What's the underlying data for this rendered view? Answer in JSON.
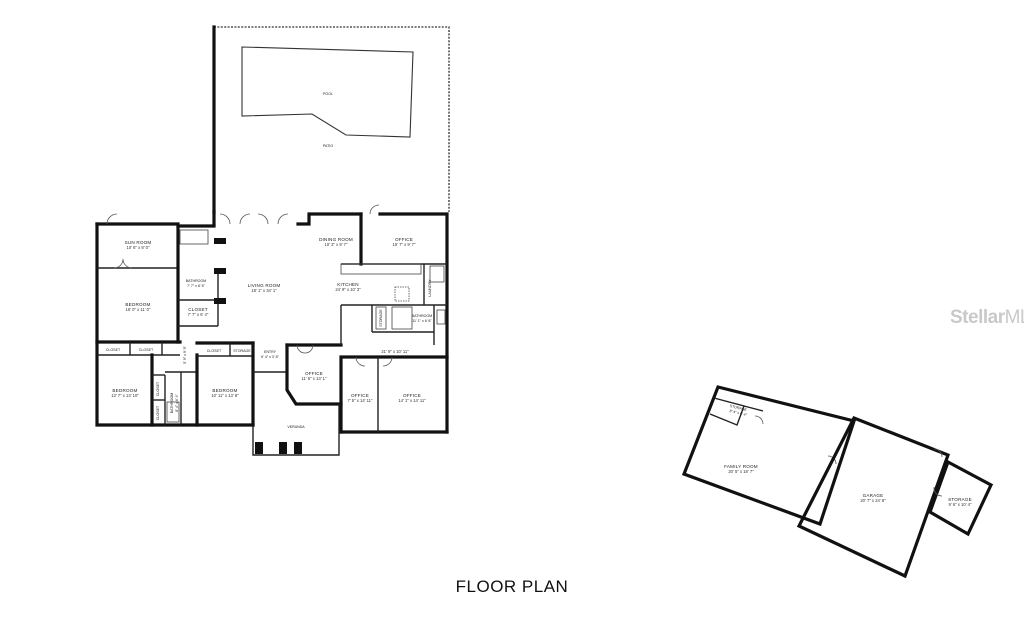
{
  "caption": "FLOOR PLAN",
  "watermark": {
    "brand": "Stellar",
    "suffix": "MLS"
  },
  "main_house": {
    "pool": {
      "name": "POOL"
    },
    "patio": {
      "name": "PATIO"
    },
    "sun_room": {
      "name": "SUN ROOM",
      "dim": "10' 6\" x 8' 0\""
    },
    "bedroom_1": {
      "name": "BEDROOM",
      "dim": "16' 0\" x 11' 0\""
    },
    "bathroom_1": {
      "name": "BATHROOM",
      "dim": "7' 7\" x 8' 6\""
    },
    "closet_1": {
      "name": "CLOSET",
      "dim": "7' 7\" x 6' 4\""
    },
    "living_room": {
      "name": "LIVING ROOM",
      "dim": "18' 1\" x 34' 1\""
    },
    "dining_room": {
      "name": "DINING ROOM",
      "dim": "10' 3\" x 9' 7\""
    },
    "office_1": {
      "name": "OFFICE",
      "dim": "15' 7\" x 9' 7\""
    },
    "kitchen": {
      "name": "KITCHEN",
      "dim": "24' 9\" x 10' 3\""
    },
    "laundry": {
      "name": "LAUNDRY"
    },
    "storage_1": {
      "name": "STORAGE"
    },
    "bathroom_2": {
      "name": "BATHROOM",
      "dim": "11' 1\" x 6' 8\""
    },
    "hall": {
      "dim": "21' 9\" x 10' 11\""
    },
    "closet_a": {
      "name": "CLOSET"
    },
    "closet_b": {
      "name": "CLOSET"
    },
    "closet_c": {
      "name": "CLOSET"
    },
    "closet_d": {
      "name": "CLOSET"
    },
    "closet_e": {
      "name": "CLOSET"
    },
    "storage_2": {
      "name": "STORAGE"
    },
    "hall_2": {
      "dim": "5' 9\" x 9' 9\""
    },
    "entry": {
      "name": "ENTRY",
      "dim": "6' 4\" x 3' 8\""
    },
    "office_2": {
      "name": "OFFICE",
      "dim": "11' 6\" x 13' 1\""
    },
    "bedroom_2": {
      "name": "BEDROOM",
      "dim": "13' 7\" x 13' 10\""
    },
    "bathroom_3": {
      "name": "BATHROOM",
      "dim": "8' 4\" x 6' 4\""
    },
    "bedroom_3": {
      "name": "BEDROOM",
      "dim": "10' 11\" x 13' 8\""
    },
    "office_3": {
      "name": "OFFICE",
      "dim": "7' 5\" x 14' 11\""
    },
    "office_4": {
      "name": "OFFICE",
      "dim": "14' 1\" x 14' 11\""
    },
    "veranda": {
      "name": "VERANDA"
    }
  },
  "outbuilding": {
    "storage": {
      "name": "STORAGE",
      "dim": "8' 4\" x 6' 4\""
    },
    "family_room": {
      "name": "FAMILY ROOM",
      "dim": "20' 5\" x 18' 7\""
    },
    "garage": {
      "name": "GARAGE",
      "dim": "20' 7\" x 24' 8\""
    },
    "storage_2": {
      "name": "STORAGE",
      "dim": "9' 6\" x 10' 4\""
    }
  }
}
